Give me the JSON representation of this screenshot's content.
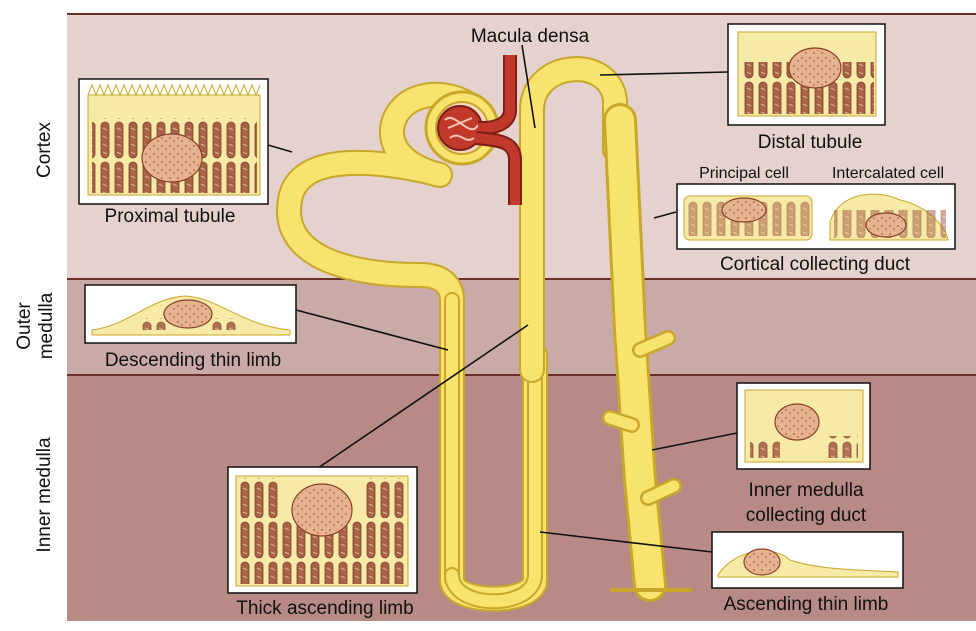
{
  "zones": {
    "cortex": "Cortex",
    "outer_medulla_1": "Outer",
    "outer_medulla_2": "medulla",
    "inner_medulla": "Inner medulla"
  },
  "labels": {
    "macula_densa": "Macula densa",
    "distal_tubule": "Distal tubule",
    "proximal_tubule": "Proximal tubule",
    "principal_cell": "Principal cell",
    "intercalated_cell": "Intercalated cell",
    "cortical_collecting_duct": "Cortical collecting duct",
    "descending_thin_limb": "Descending thin limb",
    "inner_medulla_collecting_duct_1": "Inner medulla",
    "inner_medulla_collecting_duct_2": "collecting duct",
    "thick_ascending_limb": "Thick ascending limb",
    "ascending_thin_limb": "Ascending thin limb"
  },
  "colors": {
    "cortex_bg": "#e5d2cf",
    "outer_medulla_bg": "#caaaa6",
    "inner_medulla_bg": "#b78a86",
    "divider": "#6b2f2a",
    "tubule_fill": "#f8e36f",
    "tubule_edge": "#c9a72a",
    "vessel": "#c0392b",
    "nucleus": "#e6b58f",
    "mitochondria": "#a0523d"
  }
}
